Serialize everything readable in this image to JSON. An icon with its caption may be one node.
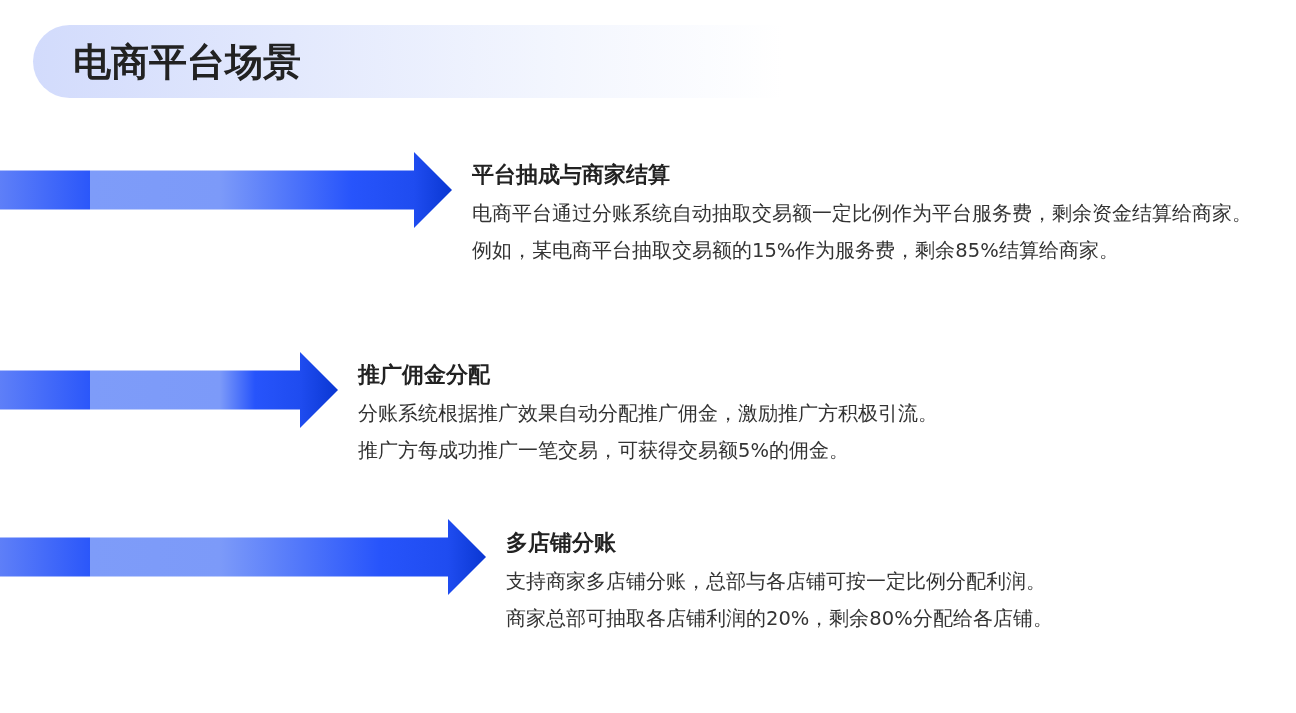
{
  "diagram": {
    "title": "电商平台场景",
    "nodes": [
      {
        "text": [
          "平台抽成与商家结算",
          "电商平台通过分账系统自动抽取交易额一定比例作为平台服务费，剩余资金结算给商家。",
          "例如，某电商平台抽取交易额的15%作为服务费，剩余85%结算给商家。"
        ]
      },
      {
        "text": [
          "推广佣金分配",
          "分账系统根据推广效果自动分配推广佣金，激励推广方积极引流。",
          "推广方每成功推广一笔交易，可获得交易额5%的佣金。"
        ]
      },
      {
        "text": [
          "多店铺分账",
          "支持商家多店铺分账，总部与各店铺可按一定比例分配利润。",
          "商家总部可抽取各店铺利润的20%，剩余80%分配给各店铺。"
        ]
      }
    ],
    "edges": [
      {
        "from": null,
        "to": 0,
        "arrow": "to"
      },
      {
        "from": null,
        "to": 1,
        "arrow": "to"
      },
      {
        "from": null,
        "to": 2,
        "arrow": "to"
      }
    ]
  }
}
